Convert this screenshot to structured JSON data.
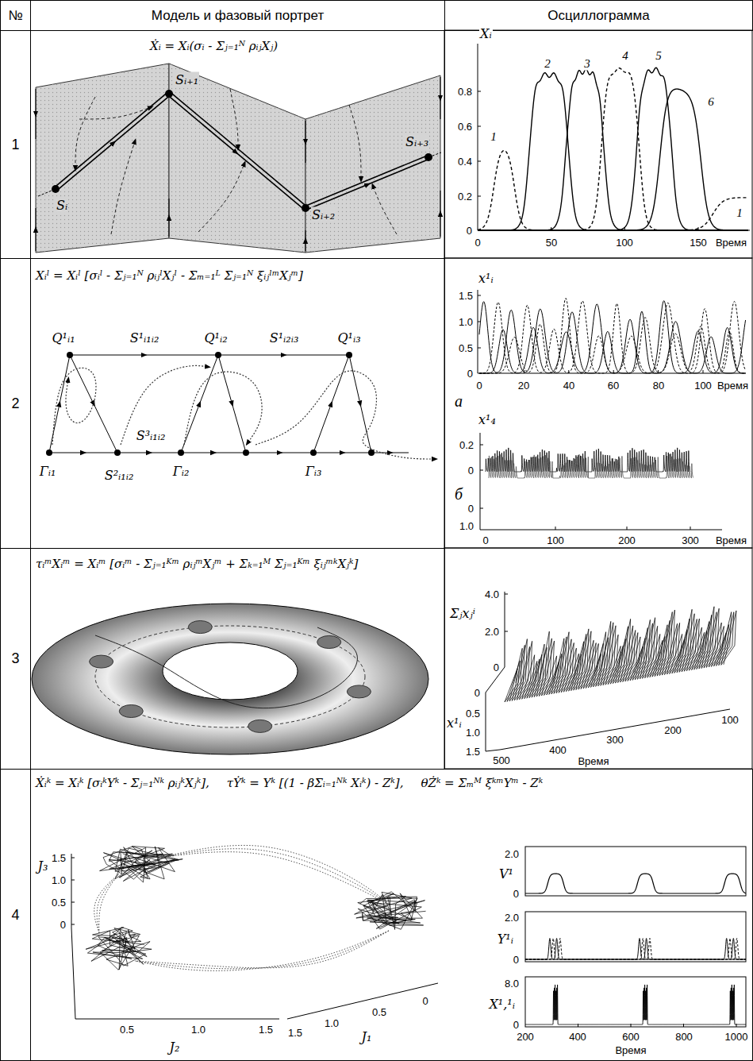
{
  "diagram": {
    "nodes": [
      {
        "text": [
          "№"
        ]
      },
      {
        "text": [
          "Модель и фазовый портрет"
        ]
      },
      {
        "text": [
          "Осциллограмма"
        ]
      },
      {
        "text": [
          "1"
        ]
      },
      {
        "text": [
          "Ẋᵢ = Xᵢ(σᵢ - Σⱼ₌₁ᴺ ρᵢⱼXⱼ)"
        ]
      },
      {
        "text": [
          "2"
        ]
      },
      {
        "text": [
          "Xᵢˡ = Xᵢˡ [σᵢˡ - Σⱼ₌₁ᴺ ρᵢⱼˡXⱼˡ - Σₘ₌₁ᴸ Σⱼ₌₁ᴺ ξᵢⱼˡᵐXⱼᵐ]"
        ]
      },
      {
        "text": [
          "3"
        ]
      },
      {
        "text": [
          "τᵢᵐXᵢᵐ = Xᵢᵐ [σᵢᵐ - Σⱼ₌₁ᴷᵐ ρᵢⱼᵐXⱼᵐ + Σₖ₌₁ᴹ Σⱼ₌₁ᴷᵐ ξᵢⱼᵐᵏXⱼᵏ]"
        ]
      },
      {
        "text": [
          "4"
        ]
      },
      {
        "text": [
          "Ẋᵢᵏ = Xᵢᵏ [σᵢᵏYᵏ - Σⱼ₌₁ᴺᵏ ρᵢⱼᵏXⱼᵏ],",
          "τẎᵏ = Yᵏ [(1 - βΣᵢ₌₁ᴺᵏ Xᵢᵏ) - Zᵏ],",
          "θŻᵏ = Σₘᴹ ξᵏᵐYᵐ - Zᵏ"
        ]
      }
    ],
    "labels": [
      "Sᵢ",
      "Sᵢ₊₁",
      "Sᵢ₊₂",
      "Sᵢ₊₃",
      "Xᵢ",
      "0.8",
      "0.6",
      "0.4",
      "0.2",
      "0",
      "0",
      "50",
      "100",
      "150",
      "Время",
      "1",
      "2",
      "3",
      "4",
      "5",
      "6",
      "1",
      "Q¹ᵢ₁",
      "S¹ᵢ₁ᵢ₂",
      "Q¹ᵢ₂",
      "S¹ᵢ₂ᵢ₃",
      "Q¹ᵢ₃",
      "S³ᵢ₁ᵢ₂",
      "Γᵢ₁",
      "S²ᵢ₁ᵢ₂",
      "Γᵢ₂",
      "Γᵢ₃",
      "x¹ᵢ",
      "1.5",
      "1.0",
      "0.5",
      "0",
      "0",
      "20",
      "40",
      "60",
      "80",
      "100",
      "Время",
      "а",
      "x¹₄",
      "0.2",
      "0",
      "б",
      "0",
      "1.0",
      "0",
      "100",
      "200",
      "300",
      "Время",
      "Σⱼxⱼⁱ",
      "4.0",
      "2.0",
      "0",
      "0",
      "0.5",
      "1.0",
      "x¹ᵢ",
      "1.5",
      "500",
      "400",
      "300",
      "200",
      "100",
      "Время",
      "J₃",
      "1.5",
      "1.0",
      "0.5",
      "0",
      "0.5",
      "J₂",
      "1.0",
      "1.5",
      "1.5",
      "1.0",
      "J₁",
      "0.5",
      "0",
      "2.0",
      "V¹",
      "0",
      "2.0",
      "Y¹ᵢ",
      "0",
      "8.0",
      "X¹,¹ᵢ",
      "0",
      "200",
      "400",
      "600",
      "800",
      "1000",
      "Время"
    ]
  }
}
